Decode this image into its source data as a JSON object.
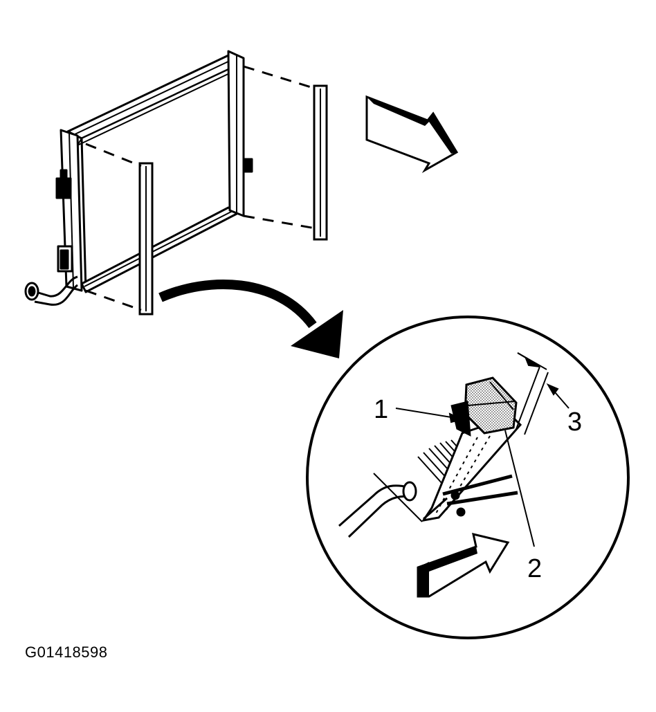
{
  "figure": {
    "id_label": "G01418598"
  },
  "callouts": {
    "c1": "1",
    "c2": "2",
    "c3": "3"
  },
  "icons": {
    "top_arrow": "direction-arrow-icon",
    "bottom_arrow": "direction-arrow-icon",
    "curved_arrow": "curved-arrow-icon"
  },
  "colors": {
    "ink": "#000000",
    "paper": "#ffffff",
    "seal_fill": "#c8c8c8"
  }
}
